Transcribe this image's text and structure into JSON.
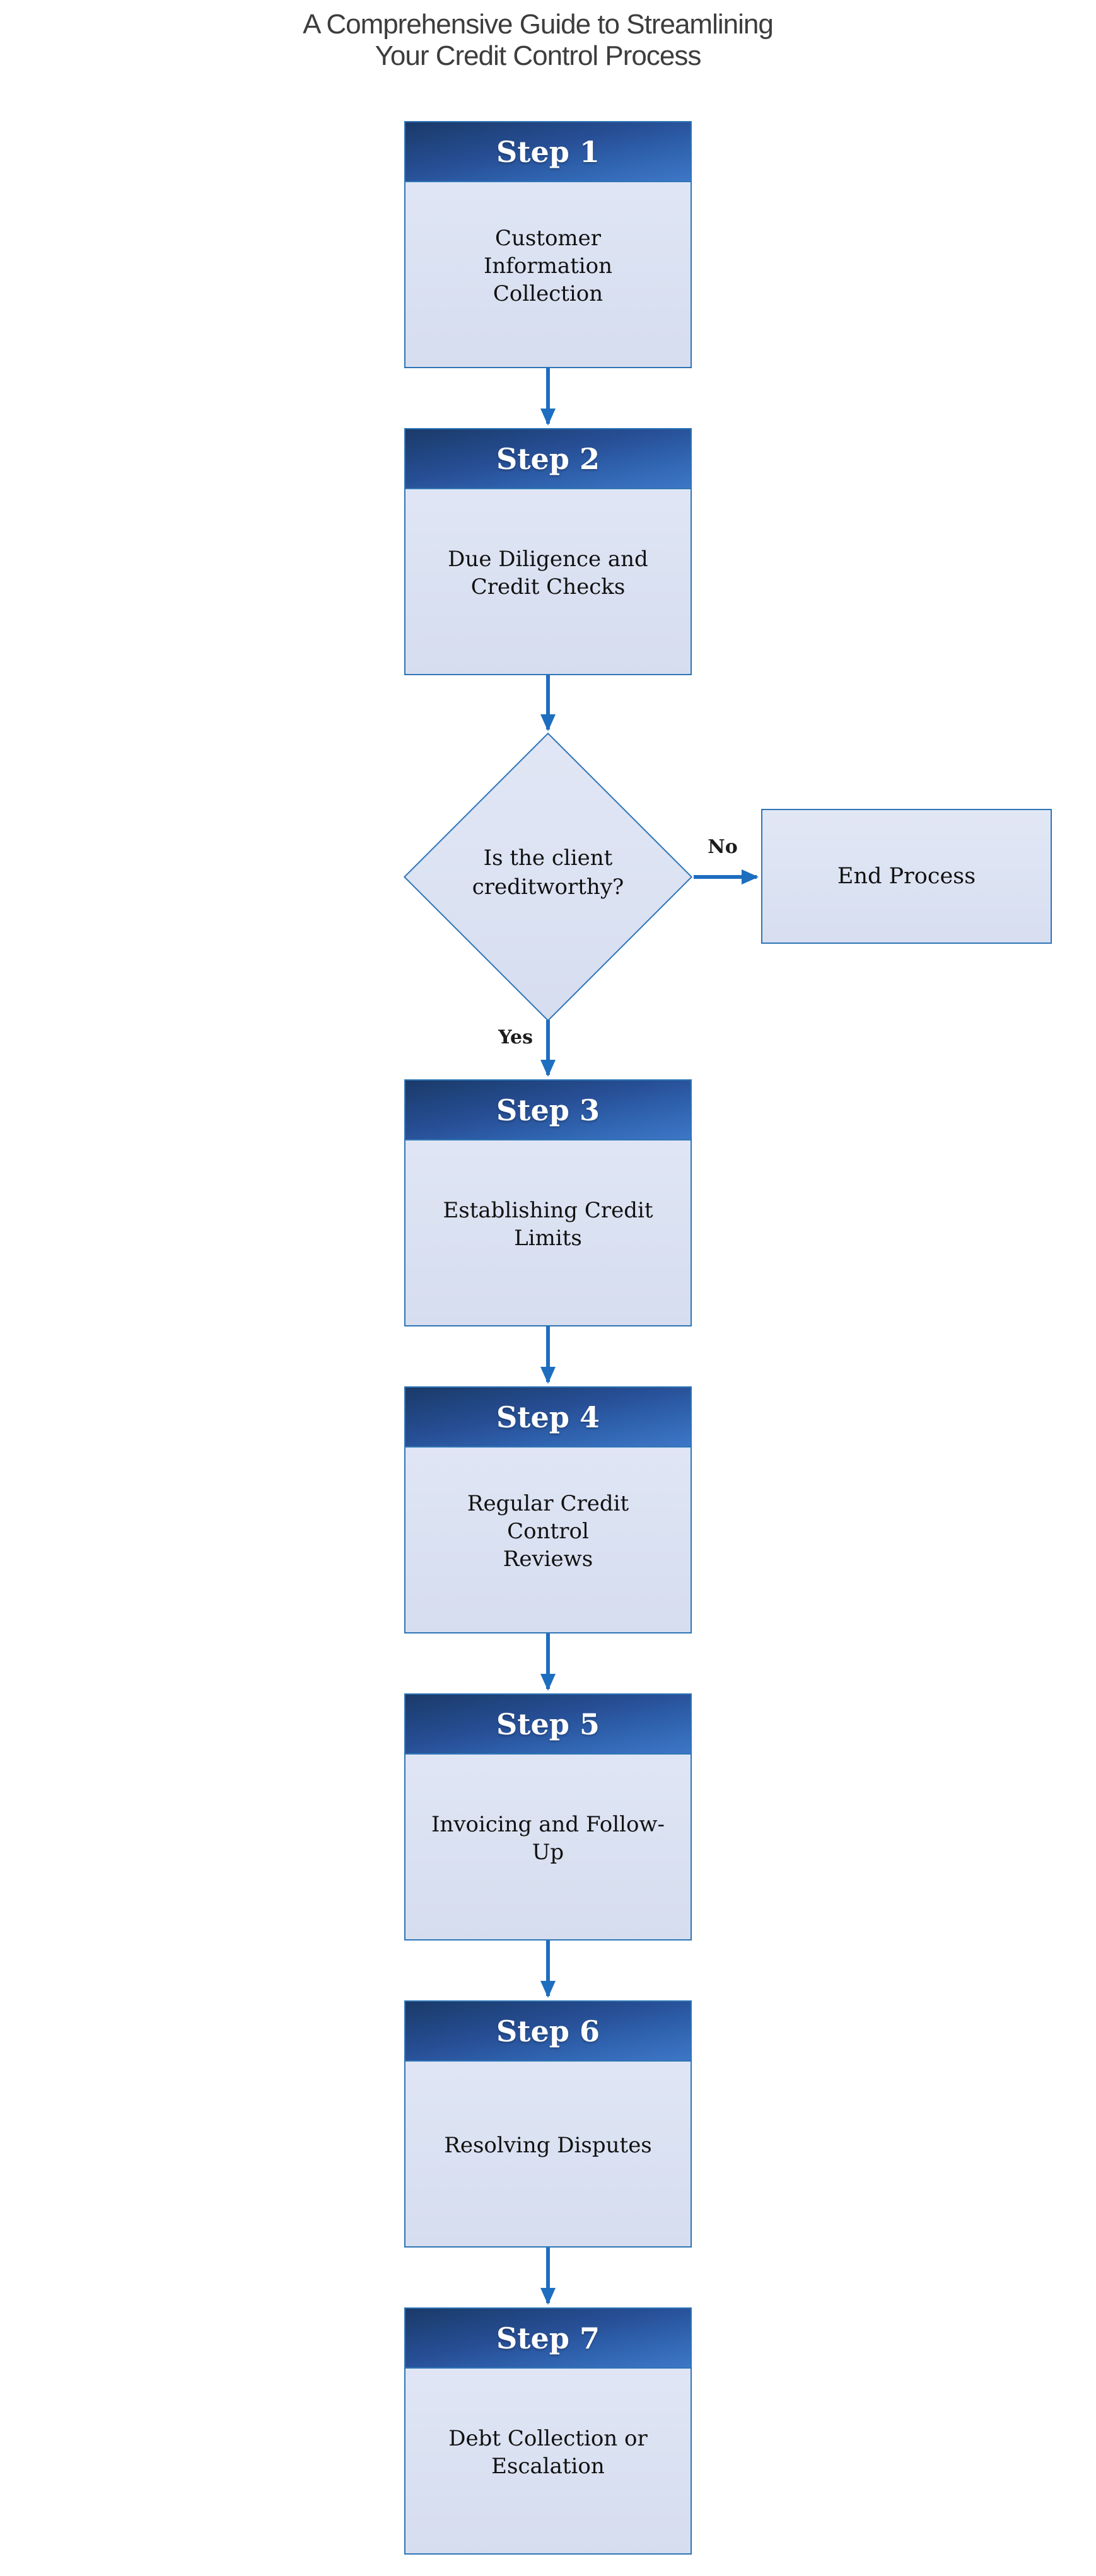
{
  "title": {
    "text": "A Comprehensive Guide to Streamlining\nYour Credit Control Process"
  },
  "steps": [
    {
      "label": "Step 1",
      "text": "Customer Information\nCollection"
    },
    {
      "label": "Step 2",
      "text": "Due Diligence and\nCredit Checks"
    },
    {
      "label": "Step 3",
      "text": "Establishing Credit\nLimits"
    },
    {
      "label": "Step 4",
      "text": "Regular Credit Control\nReviews"
    },
    {
      "label": "Step 5",
      "text": "Invoicing and Follow-\nUp"
    },
    {
      "label": "Step 6",
      "text": "Resolving Disputes"
    },
    {
      "label": "Step 7",
      "text": "Debt Collection or\nEscalation"
    }
  ],
  "decision": {
    "text": "Is the client\ncreditworthy?",
    "no_label": "No",
    "yes_label": "Yes"
  },
  "end_box": {
    "text": "End Process"
  },
  "colors": {
    "border_blue": "#2e75b6",
    "arrow_blue": "#1e6ec0",
    "header_gradient_dark": "#1a3a69",
    "header_gradient_mid": "#274f96",
    "header_gradient_light": "#3e77c7",
    "body_fill": "#dbe2f2",
    "title_text": "#3d3d3d",
    "step_label_text": "#ffffff",
    "body_text": "#111111"
  }
}
